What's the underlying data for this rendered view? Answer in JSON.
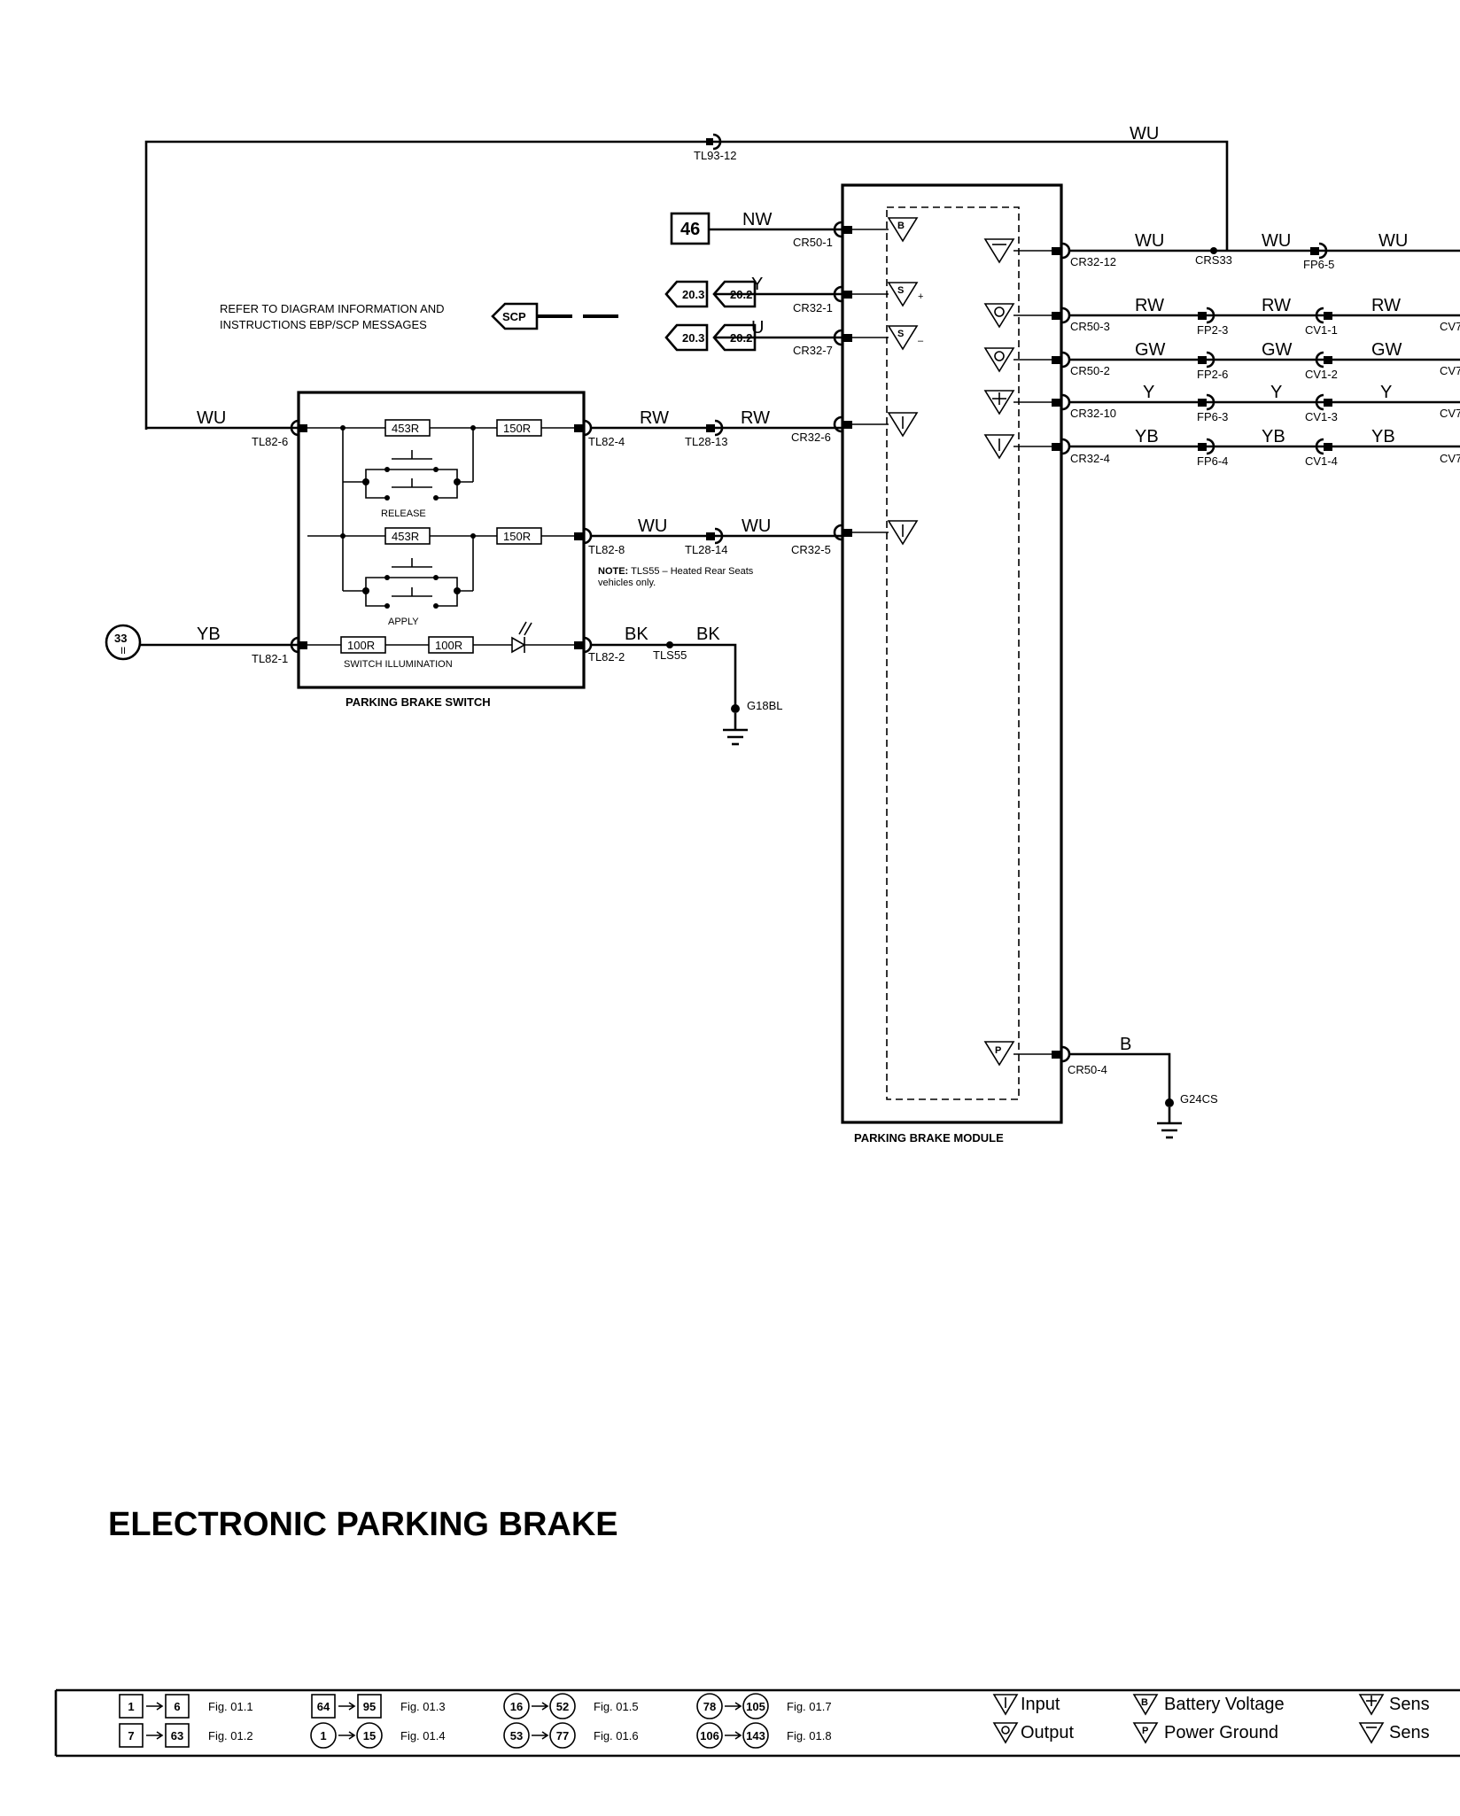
{
  "title": "ELECTRONIC PARKING BRAKE",
  "parking_brake_module": "PARKING BRAKE MODULE",
  "parking_brake_switch": "PARKING BRAKE SWITCH",
  "release": "RELEASE",
  "apply": "APPLY",
  "switch_illumination": "SWITCH ILLUMINATION",
  "res_453": "453R",
  "res_150": "150R",
  "res_100": "100R",
  "refer_line1": "REFER TO DIAGRAM INFORMATION AND",
  "refer_line2": "INSTRUCTIONS EBP/SCP MESSAGES",
  "scp": "SCP",
  "note_bold": "NOTE:",
  "note_text": "TLS55 – Heated Rear Seats",
  "note_text2": "vehicles only.",
  "ref_46": "46",
  "ref_33": "33",
  "ref_20_3": "20.3",
  "ref_20_2": "20.2",
  "wires": {
    "WU": "WU",
    "NW": "NW",
    "Y": "Y",
    "U": "U",
    "RW": "RW",
    "GW": "GW",
    "YB": "YB",
    "BK": "BK",
    "B": "B"
  },
  "connectors": {
    "TL93_12": "TL93-12",
    "CR50_1": "CR50-1",
    "CR32_1": "CR32-1",
    "CR32_7": "CR32-7",
    "CR32_6": "CR32-6",
    "CR32_5": "CR32-5",
    "TL28_13": "TL28-13",
    "TL28_14": "TL28-14",
    "TL82_6": "TL82-6",
    "TL82_4": "TL82-4",
    "TL82_8": "TL82-8",
    "TL82_1": "TL82-1",
    "TL82_2": "TL82-2",
    "TLS55": "TLS55",
    "G18BL": "G18BL",
    "G24CS": "G24CS",
    "CR32_12": "CR32-12",
    "CRS33": "CRS33",
    "FP6_5": "FP6-5",
    "CR50_3": "CR50-3",
    "FP2_3": "FP2-3",
    "CV1_1": "CV1-1",
    "CV7": "CV7",
    "CR50_2": "CR50-2",
    "FP2_6": "FP2-6",
    "CV1_2": "CV1-2",
    "CR32_10": "CR32-10",
    "FP6_3": "FP6-3",
    "CV1_3": "CV1-3",
    "CR32_4": "CR32-4",
    "FP6_4": "FP6-4",
    "CV1_4": "CV1-4",
    "CR50_4": "CR50-4"
  },
  "legend": {
    "figs": [
      {
        "a": "1",
        "b": "6",
        "fig": "Fig. 01.1"
      },
      {
        "a": "7",
        "b": "63",
        "fig": "Fig. 01.2"
      },
      {
        "a": "64",
        "b": "95",
        "fig": "Fig. 01.3"
      },
      {
        "a": "1",
        "b": "15",
        "fig": "Fig. 01.4"
      },
      {
        "a": "16",
        "b": "52",
        "fig": "Fig. 01.5"
      },
      {
        "a": "53",
        "b": "77",
        "fig": "Fig. 01.6"
      },
      {
        "a": "78",
        "b": "105",
        "fig": "Fig. 01.7"
      },
      {
        "a": "106",
        "b": "143",
        "fig": "Fig. 01.8"
      }
    ],
    "input": "Input",
    "output": "Output",
    "battery_voltage": "Battery Voltage",
    "power_ground": "Power Ground",
    "sensor_a": "Sens",
    "sensor_b": "Sens"
  }
}
